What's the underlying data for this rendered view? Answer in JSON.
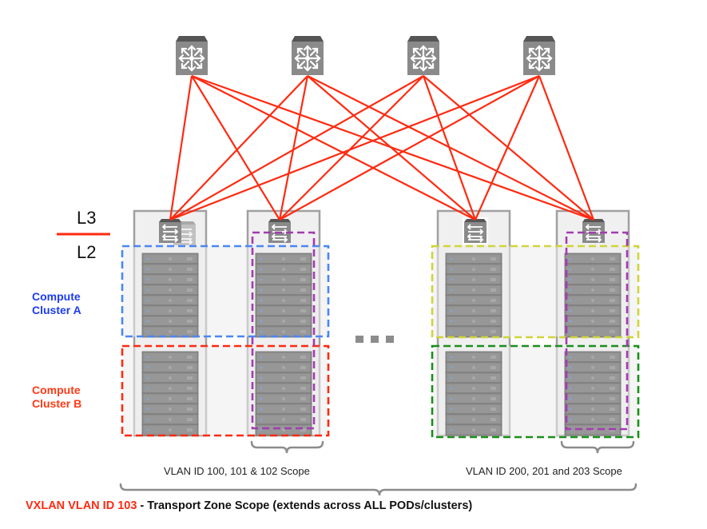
{
  "labels": {
    "l3": "L3",
    "l2": "L2",
    "cluster_a_line1": "Compute",
    "cluster_a_line2": "Cluster A",
    "cluster_b_line1": "Compute",
    "cluster_b_line2": "Cluster B",
    "ellipsis": "...",
    "vlan_scope_left": "VLAN ID 100, 101 & 102 Scope",
    "vlan_scope_right": "VLAN ID 200, 201 and 203 Scope",
    "footer_highlight": "VXLAN VLAN ID 103",
    "footer_rest": " - Transport Zone Scope (extends across ALL PODs/clusters)"
  },
  "colors": {
    "link": "#ff2a10",
    "cluster_a": "#1d3cf0",
    "cluster_a_box": "#4a86f5",
    "cluster_b": "#ff3a14",
    "cluster_b_box": "#ff2a10",
    "yellow_box": "#cfd43a",
    "green_box": "#1a8f1a",
    "purple_box": "#a23cb0",
    "device": "#8a8a8a",
    "rack_bg": "#f0f0f0",
    "rack_border": "#a0a0a0",
    "brace": "#8c8c8c"
  },
  "nodes": {
    "core_routers": [
      {
        "id": "router-1",
        "icon": "layer3-switch-icon"
      },
      {
        "id": "router-2",
        "icon": "layer3-switch-icon"
      },
      {
        "id": "router-3",
        "icon": "layer3-switch-icon"
      },
      {
        "id": "router-4",
        "icon": "layer3-switch-icon"
      }
    ],
    "racks": [
      {
        "id": "rack-1",
        "tor_icon": "tor-switch-pair-icon",
        "servers": 16
      },
      {
        "id": "rack-2",
        "tor_icon": "tor-switch-icon",
        "servers": 16
      },
      {
        "id": "rack-3",
        "tor_icon": "tor-switch-icon",
        "servers": 16
      },
      {
        "id": "rack-4",
        "tor_icon": "tor-switch-icon",
        "servers": 16
      }
    ]
  },
  "links": "full-mesh: every core router connects to every rack ToR switch"
}
